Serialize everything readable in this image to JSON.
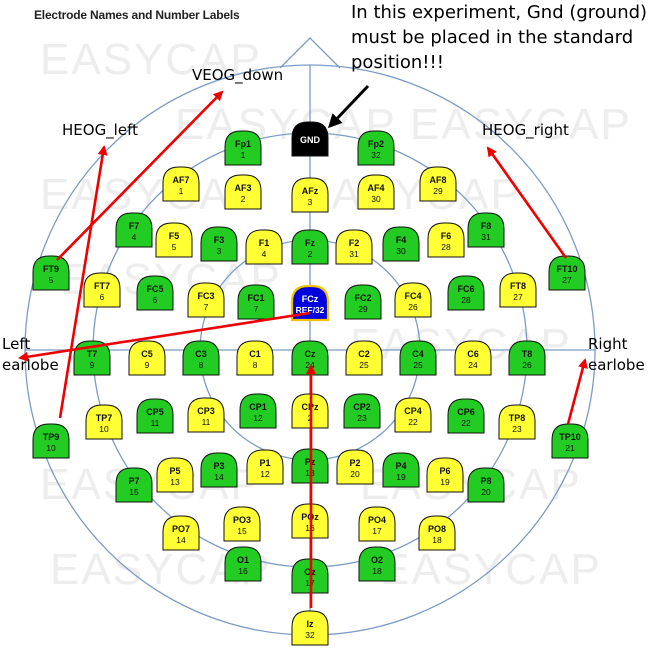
{
  "title": "Electrode Names and Number Labels",
  "note": "In this experiment, Gnd (ground) must be placed in the standard position!!!",
  "annotations": {
    "veog_down": "VEOG_down",
    "heog_left": "HEOG_left",
    "heog_right": "HEOG_right",
    "left_earlobe_line1": "Left",
    "left_earlobe_line2": "earlobe",
    "right_earlobe_line1": "Right",
    "right_earlobe_line2": "earlobe"
  },
  "watermark": "EASYCAP",
  "colors": {
    "green": "#22cc22",
    "yellow": "#ffff33",
    "blue": "#0000dd",
    "black": "#000000",
    "arrow": "#ee0000",
    "circle": "#7a9cc6"
  },
  "electrodes": [
    {
      "name": "GND",
      "num": "",
      "color": "black"
    },
    {
      "name": "Fp1",
      "num": "1",
      "color": "green"
    },
    {
      "name": "Fp2",
      "num": "32",
      "color": "green"
    },
    {
      "name": "AF7",
      "num": "1",
      "color": "yellow"
    },
    {
      "name": "AF3",
      "num": "2",
      "color": "yellow"
    },
    {
      "name": "AFz",
      "num": "3",
      "color": "yellow"
    },
    {
      "name": "AF4",
      "num": "30",
      "color": "yellow"
    },
    {
      "name": "AF8",
      "num": "29",
      "color": "yellow"
    },
    {
      "name": "F7",
      "num": "4",
      "color": "green"
    },
    {
      "name": "F5",
      "num": "5",
      "color": "yellow"
    },
    {
      "name": "F3",
      "num": "3",
      "color": "green"
    },
    {
      "name": "F1",
      "num": "4",
      "color": "yellow"
    },
    {
      "name": "Fz",
      "num": "2",
      "color": "green"
    },
    {
      "name": "F2",
      "num": "31",
      "color": "yellow"
    },
    {
      "name": "F4",
      "num": "30",
      "color": "green"
    },
    {
      "name": "F6",
      "num": "28",
      "color": "yellow"
    },
    {
      "name": "F8",
      "num": "31",
      "color": "green"
    },
    {
      "name": "FT9",
      "num": "5",
      "color": "green"
    },
    {
      "name": "FT7",
      "num": "6",
      "color": "yellow"
    },
    {
      "name": "FC5",
      "num": "6",
      "color": "green"
    },
    {
      "name": "FC3",
      "num": "7",
      "color": "yellow"
    },
    {
      "name": "FC1",
      "num": "7",
      "color": "green"
    },
    {
      "name": "FCz",
      "num": "REF/32",
      "color": "blue"
    },
    {
      "name": "FC2",
      "num": "29",
      "color": "green"
    },
    {
      "name": "FC4",
      "num": "26",
      "color": "yellow"
    },
    {
      "name": "FC6",
      "num": "28",
      "color": "green"
    },
    {
      "name": "FT8",
      "num": "27",
      "color": "yellow"
    },
    {
      "name": "FT10",
      "num": "27",
      "color": "green"
    },
    {
      "name": "T7",
      "num": "9",
      "color": "green"
    },
    {
      "name": "C5",
      "num": "9",
      "color": "yellow"
    },
    {
      "name": "C3",
      "num": "8",
      "color": "green"
    },
    {
      "name": "C1",
      "num": "8",
      "color": "yellow"
    },
    {
      "name": "Cz",
      "num": "24",
      "color": "green"
    },
    {
      "name": "C2",
      "num": "25",
      "color": "yellow"
    },
    {
      "name": "C4",
      "num": "25",
      "color": "green"
    },
    {
      "name": "C6",
      "num": "24",
      "color": "yellow"
    },
    {
      "name": "T8",
      "num": "26",
      "color": "green"
    },
    {
      "name": "TP7",
      "num": "10",
      "color": "yellow"
    },
    {
      "name": "CP5",
      "num": "11",
      "color": "green"
    },
    {
      "name": "CP3",
      "num": "11",
      "color": "yellow"
    },
    {
      "name": "CP1",
      "num": "12",
      "color": "green"
    },
    {
      "name": "CPz",
      "num": "2",
      "color": "yellow"
    },
    {
      "name": "CP2",
      "num": "23",
      "color": "green"
    },
    {
      "name": "CP4",
      "num": "22",
      "color": "yellow"
    },
    {
      "name": "CP6",
      "num": "22",
      "color": "green"
    },
    {
      "name": "TP8",
      "num": "23",
      "color": "yellow"
    },
    {
      "name": "TP9",
      "num": "10",
      "color": "green"
    },
    {
      "name": "TP10",
      "num": "21",
      "color": "green"
    },
    {
      "name": "P7",
      "num": "15",
      "color": "green"
    },
    {
      "name": "P5",
      "num": "13",
      "color": "yellow"
    },
    {
      "name": "P3",
      "num": "14",
      "color": "green"
    },
    {
      "name": "P1",
      "num": "12",
      "color": "yellow"
    },
    {
      "name": "Pz",
      "num": "13",
      "color": "green"
    },
    {
      "name": "P2",
      "num": "20",
      "color": "yellow"
    },
    {
      "name": "P4",
      "num": "19",
      "color": "green"
    },
    {
      "name": "P6",
      "num": "19",
      "color": "yellow"
    },
    {
      "name": "P8",
      "num": "20",
      "color": "green"
    },
    {
      "name": "PO7",
      "num": "14",
      "color": "yellow"
    },
    {
      "name": "PO3",
      "num": "15",
      "color": "yellow"
    },
    {
      "name": "POz",
      "num": "16",
      "color": "yellow"
    },
    {
      "name": "PO4",
      "num": "17",
      "color": "yellow"
    },
    {
      "name": "PO8",
      "num": "18",
      "color": "yellow"
    },
    {
      "name": "O1",
      "num": "16",
      "color": "green"
    },
    {
      "name": "Oz",
      "num": "17",
      "color": "green"
    },
    {
      "name": "O2",
      "num": "18",
      "color": "green"
    },
    {
      "name": "Iz",
      "num": "32",
      "color": "yellow"
    }
  ]
}
